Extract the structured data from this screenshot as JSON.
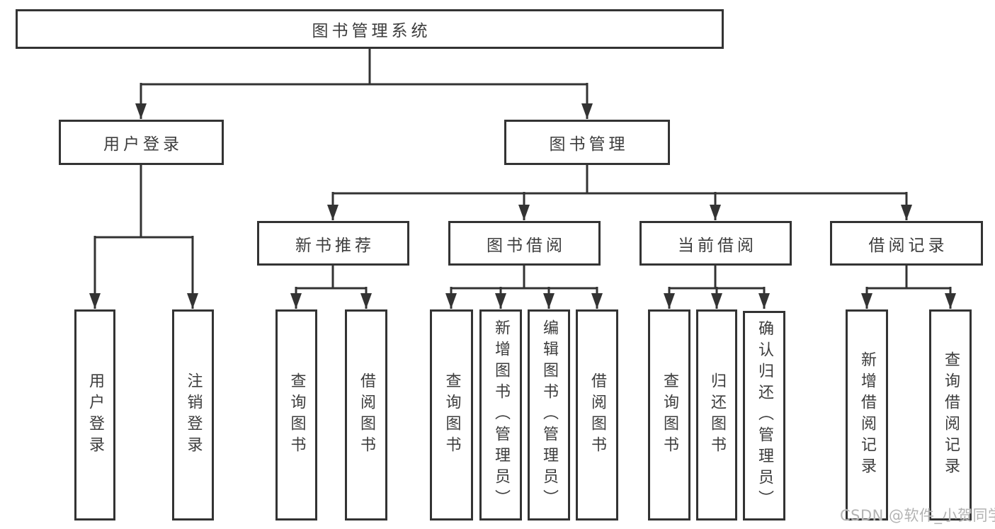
{
  "diagram": {
    "root": {
      "label": "图书管理系统"
    },
    "branches": [
      {
        "label": "用户登录",
        "children": [
          {
            "label": "用户登录"
          },
          {
            "label": "注销登录"
          }
        ]
      },
      {
        "label": "图书管理",
        "children": [
          {
            "label": "新书推荐",
            "children": [
              {
                "label": "查询图书"
              },
              {
                "label": "借阅图书"
              }
            ]
          },
          {
            "label": "图书借阅",
            "children": [
              {
                "label": "查询图书"
              },
              {
                "label": "新增图书（管理员）"
              },
              {
                "label": "编辑图书（管理员）"
              },
              {
                "label": "借阅图书"
              }
            ]
          },
          {
            "label": "当前借阅",
            "children": [
              {
                "label": "查询图书"
              },
              {
                "label": "归还图书"
              },
              {
                "label": "确认归还（管理员）"
              }
            ]
          },
          {
            "label": "借阅记录",
            "children": [
              {
                "label": "新增借阅记录"
              },
              {
                "label": "查询借阅记录"
              }
            ]
          }
        ]
      }
    ]
  },
  "watermark": {
    "text": "CSDN @软件_小贺同学"
  },
  "colors": {
    "line": "#333333",
    "text": "#3d3d3d",
    "box_background": "#ffffff",
    "page_background": "#ffffff",
    "watermark": "#b3b3b3"
  }
}
